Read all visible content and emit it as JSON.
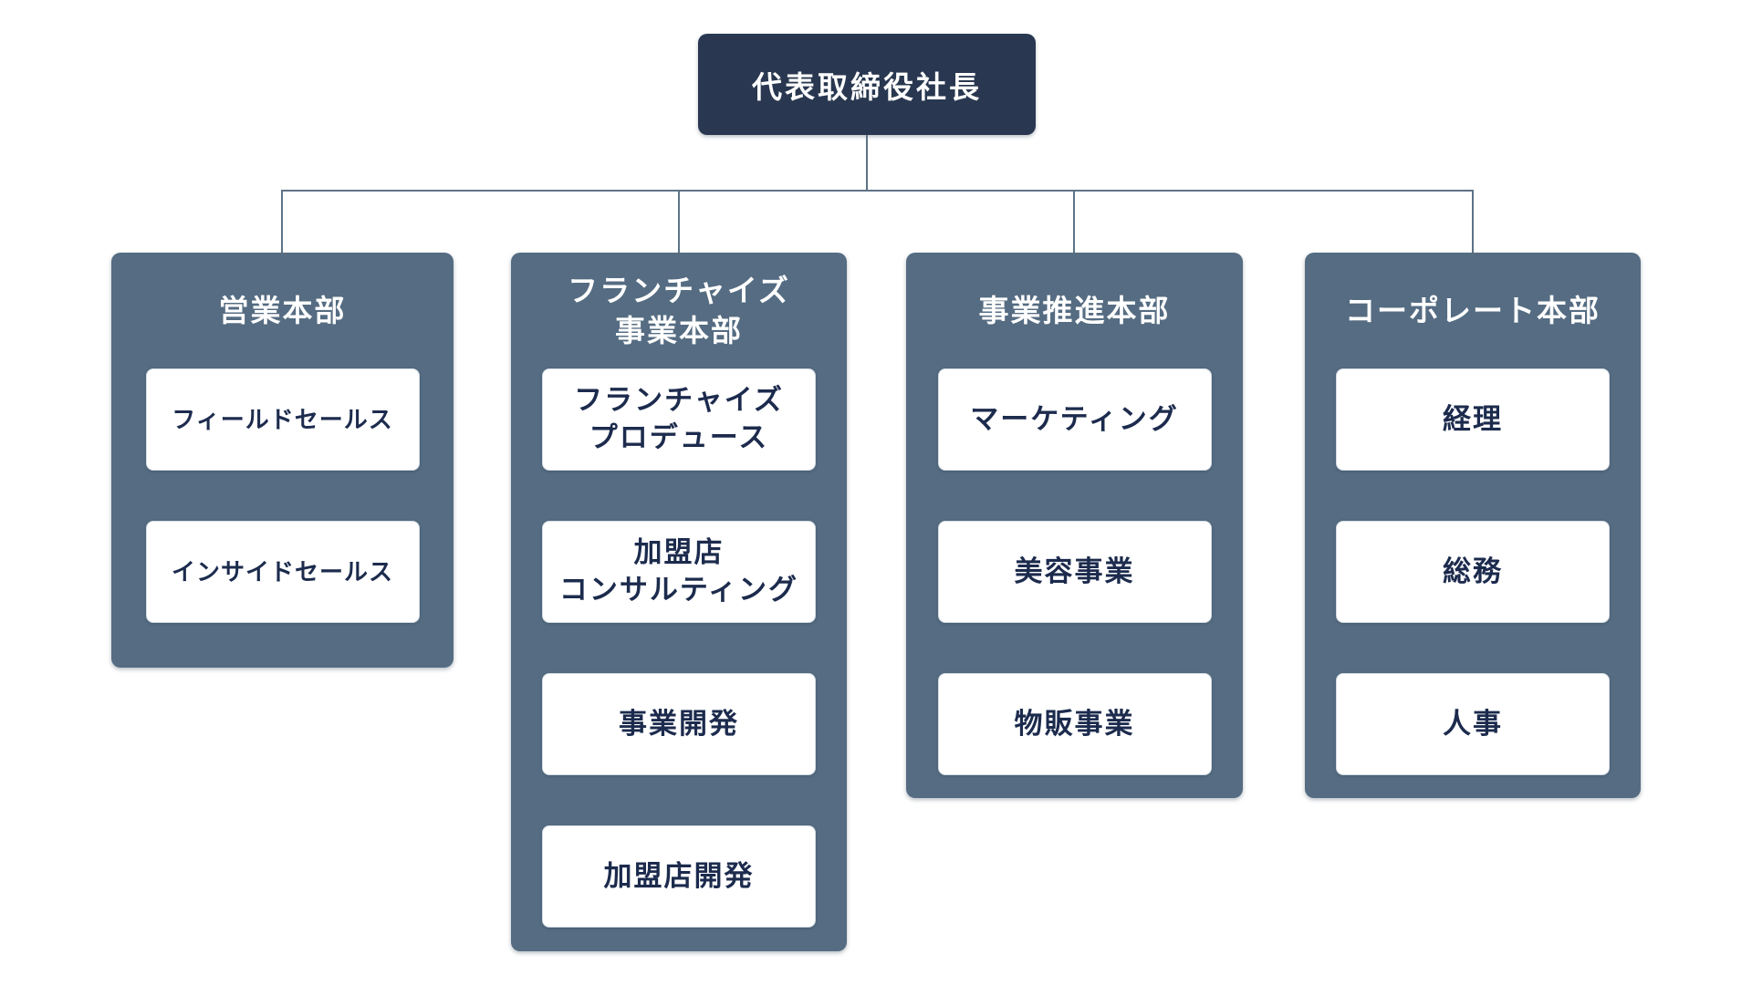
{
  "colors": {
    "background": "#ffffff",
    "root_box": "#293850",
    "department_box": "#556C82",
    "unit_box": "#ffffff",
    "unit_text": "#1C2B4D",
    "header_text": "#ffffff",
    "connector": "#5d7387"
  },
  "root": {
    "label": "代表取締役社長"
  },
  "departments": [
    {
      "name_lines": [
        "営業本部"
      ],
      "units": [
        {
          "lines": [
            "フィールドセールス"
          ]
        },
        {
          "lines": [
            "インサイドセールス"
          ]
        }
      ]
    },
    {
      "name_lines": [
        "フランチャイズ",
        "事業本部"
      ],
      "units": [
        {
          "lines": [
            "フランチャイズ",
            "プロデュース"
          ]
        },
        {
          "lines": [
            "加盟店",
            "コンサルティング"
          ]
        },
        {
          "lines": [
            "事業開発"
          ]
        },
        {
          "lines": [
            "加盟店開発"
          ]
        }
      ]
    },
    {
      "name_lines": [
        "事業推進本部"
      ],
      "units": [
        {
          "lines": [
            "マーケティング"
          ]
        },
        {
          "lines": [
            "美容事業"
          ]
        },
        {
          "lines": [
            "物販事業"
          ]
        }
      ]
    },
    {
      "name_lines": [
        "コーポレート本部"
      ],
      "units": [
        {
          "lines": [
            "経理"
          ]
        },
        {
          "lines": [
            "総務"
          ]
        },
        {
          "lines": [
            "人事"
          ]
        }
      ]
    }
  ]
}
